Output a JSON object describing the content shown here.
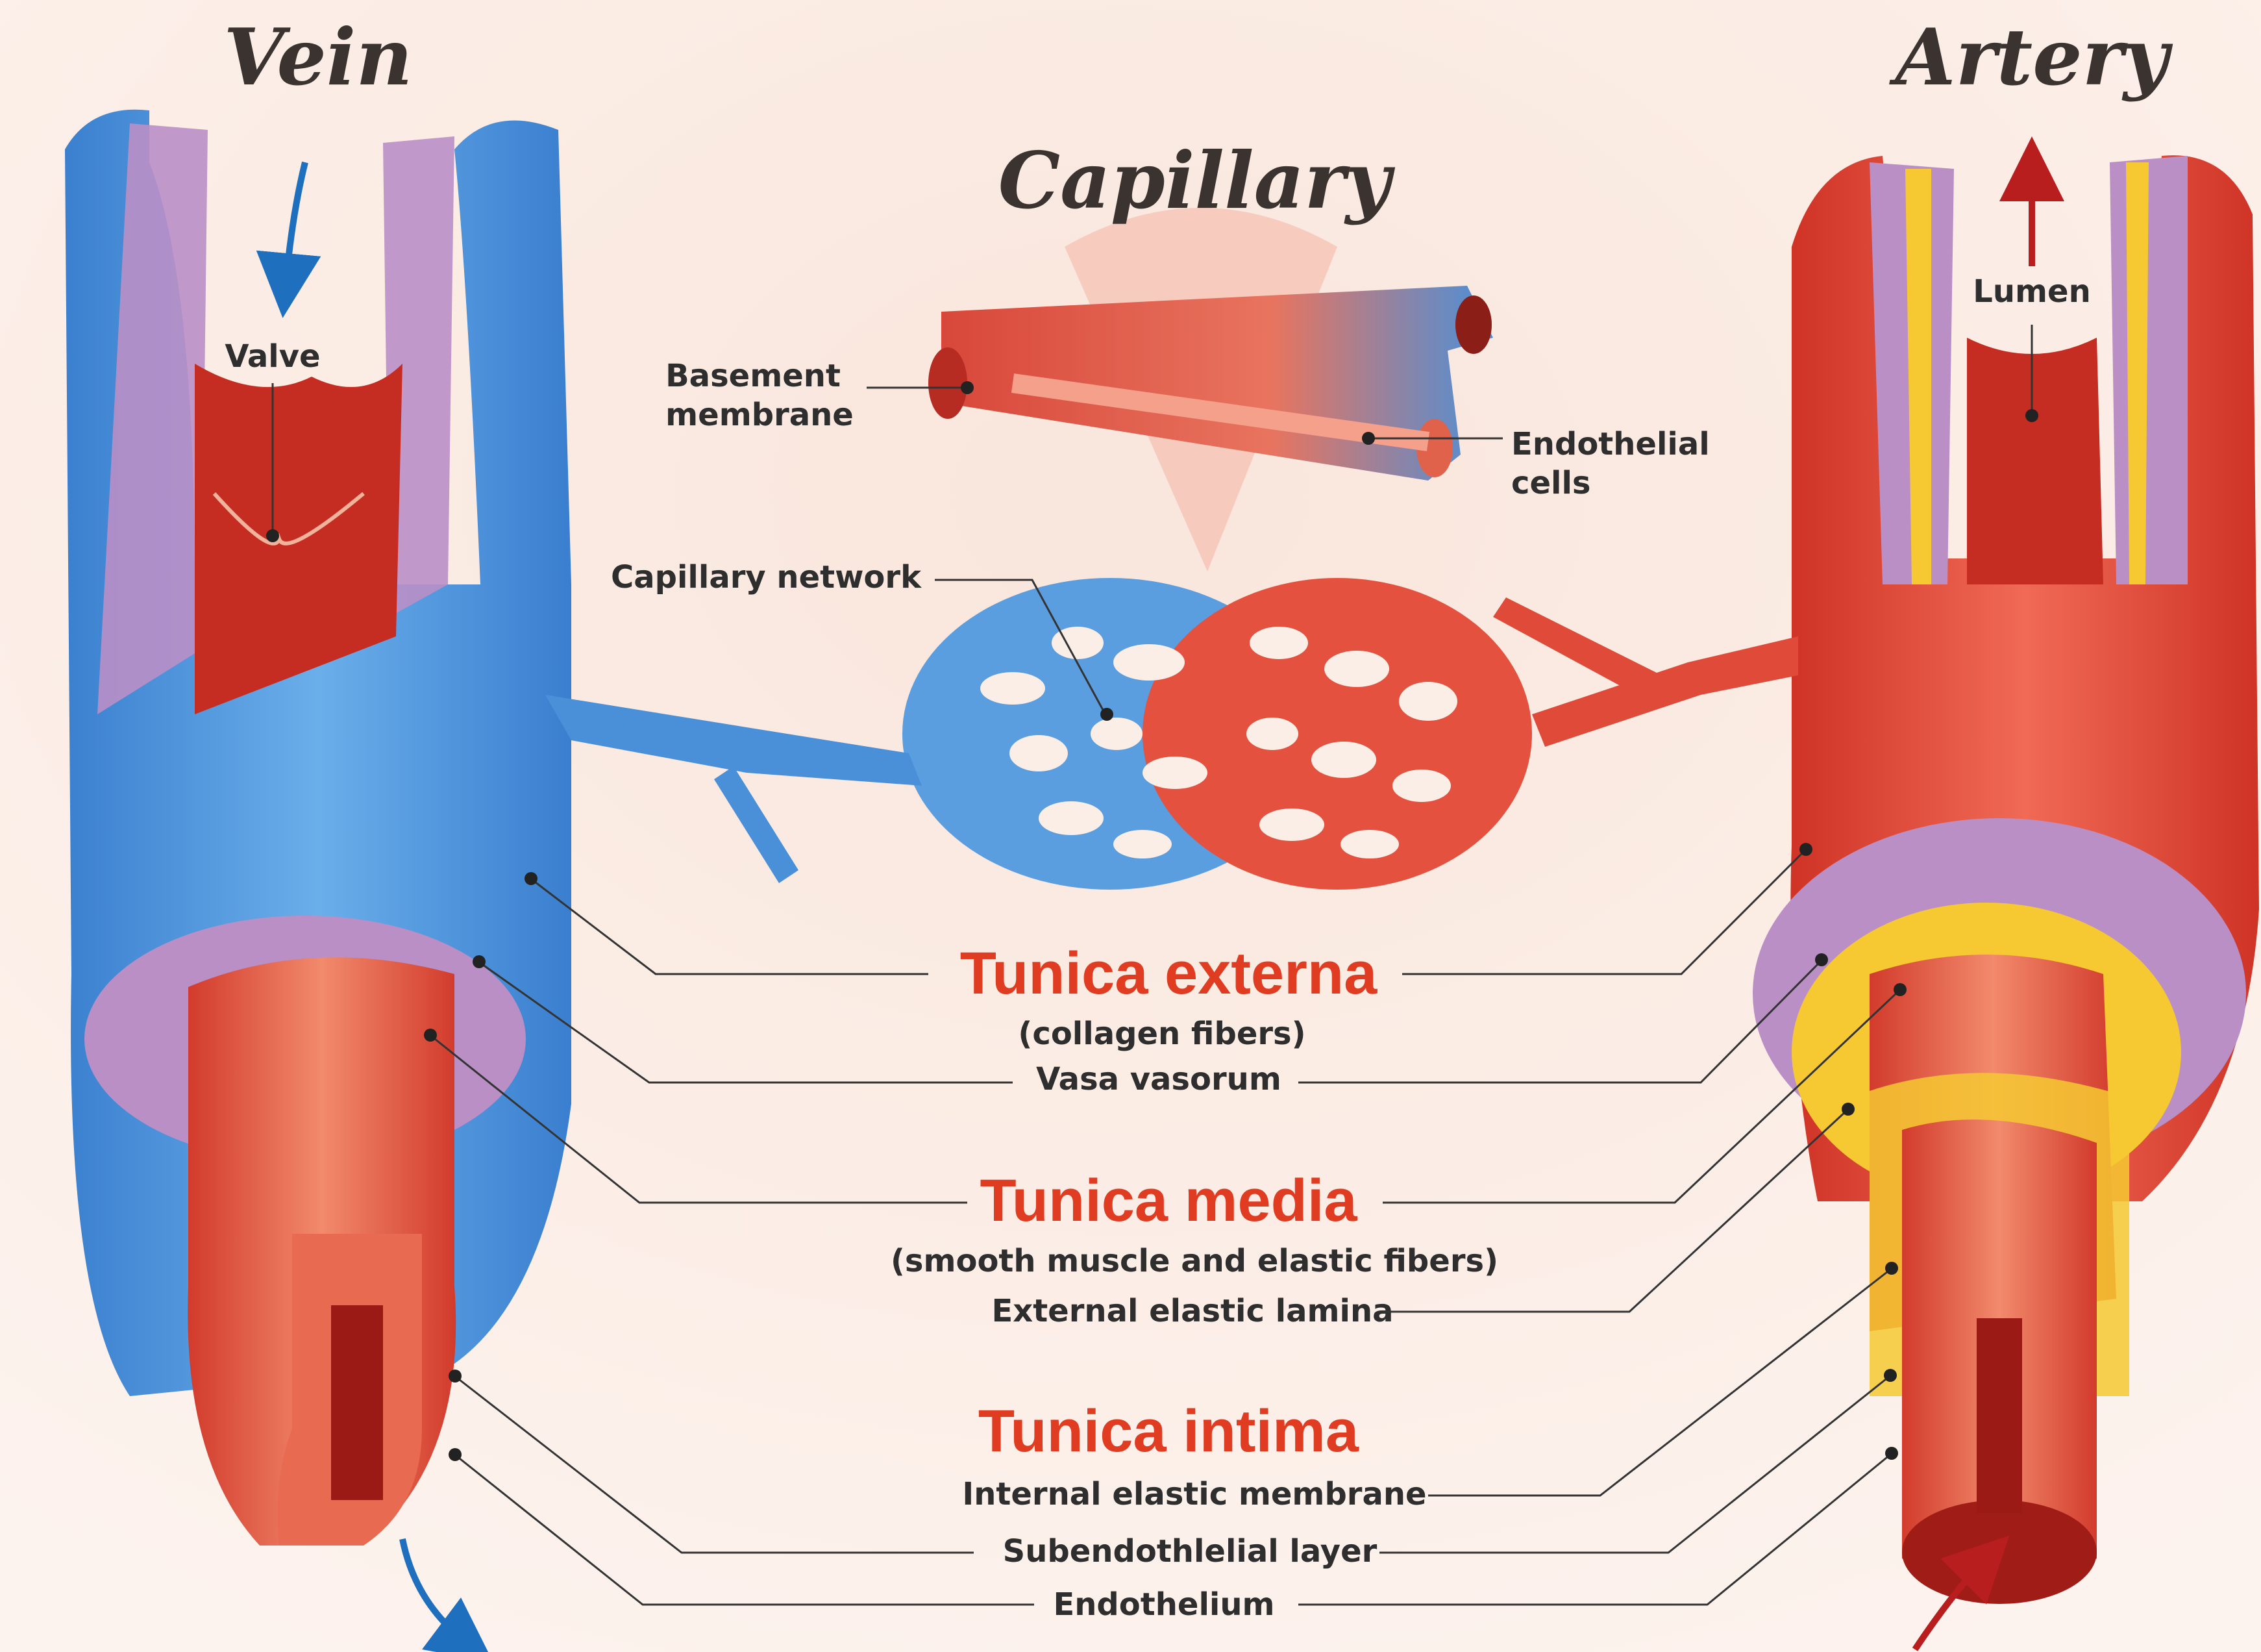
{
  "titles": {
    "vein": "Vein",
    "capillary": "Capillary",
    "artery": "Artery"
  },
  "labels": {
    "valve": "Valve",
    "lumen": "Lumen",
    "basement_membrane_1": "Basement",
    "basement_membrane_2": "membrane",
    "endothelial_cells_1": "Endothelial",
    "endothelial_cells_2": "cells",
    "capillary_network": "Capillary network"
  },
  "layers": {
    "tunica_externa": "Tunica externa",
    "tunica_externa_sub": "(collagen fibers)",
    "vasa_vasorum": "Vasa vasorum",
    "tunica_media": "Tunica media",
    "tunica_media_sub": "(smooth muscle and elastic fibers)",
    "external_elastic_lamina": "External elastic lamina",
    "tunica_intima": "Tunica intima",
    "internal_elastic_membrane": "Internal elastic membrane",
    "subendothelial_layer": "Subendothlelial layer",
    "endothelium": "Endothelium"
  },
  "colors": {
    "vein_blue": "#4a90d9",
    "artery_red": "#e04a38",
    "purple_layer": "#b98fc6",
    "yellow_layer": "#f6c932",
    "heading_red": "#e03c22",
    "background": "#fbeee6"
  }
}
